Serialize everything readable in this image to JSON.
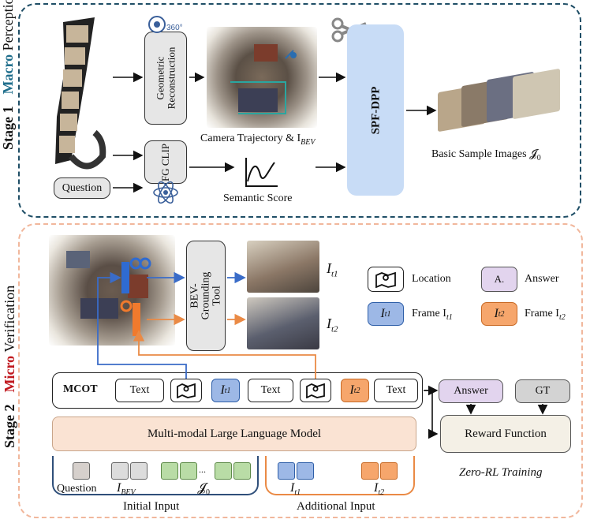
{
  "stage1": {
    "label_stage": "Stage 1",
    "label_accent": "Macro",
    "label_rest": " Perception",
    "geometric_reconstruction": "Geometric Reconstruction",
    "fg_clip": "FG CLIP",
    "question": "Question",
    "camera_trajectory": "Camera Trajectory & I",
    "bev_sub": "BEV",
    "semantic_score": "Semantic Score",
    "spf_dpp": "SPF-DPP",
    "basic_sample_images": "Basic Sample Images 𝓙",
    "basic_sub": "0",
    "badge_360": "360°"
  },
  "stage2": {
    "label_stage": "Stage 2",
    "label_accent": "Micro",
    "label_rest": " Verification",
    "bev_grounding_tool": "BEV-Grounding Tool",
    "frame_label_1": "I",
    "frame_sub_1": "t1",
    "frame_label_2": "I",
    "frame_sub_2": "t2",
    "legend": {
      "location": "Location",
      "answer": "Answer",
      "answer_icon": "A.",
      "frame_t1": "Frame I",
      "frame_t1_sub": "t1",
      "frame_t2": "Frame I",
      "frame_t2_sub": "t2",
      "token_i": "I",
      "token_t1": "t1",
      "token_t2": "t2"
    },
    "mcot": {
      "label": "MCOT",
      "text1": "Text",
      "token1": "I",
      "token1_sub": "t1",
      "text2": "Text",
      "token2": "I",
      "token2_sub": "t2",
      "text3": "Text"
    },
    "mllm": "Multi-modal Large Language Model",
    "answer": "Answer",
    "gt": "GT",
    "reward_function": "Reward Function",
    "zero_rl": "Zero-RL Training",
    "inputs": {
      "question": "Question",
      "i_bev": "I",
      "i_bev_sub": "BEV",
      "j0": "𝓙",
      "j0_sub": "0",
      "dots": "...",
      "it1": "I",
      "it1_sub": "t1",
      "it2": "I",
      "it2_sub": "t2",
      "initial_input": "Initial Input",
      "additional_input": "Additional Input"
    }
  },
  "colors": {
    "stage1_border": "#1f4e66",
    "stage2_border": "#f1b79c",
    "macro_accent": "#1f6e8c",
    "micro_accent": "#c0181f",
    "spf_fill": "#c8dcf6",
    "mllm_fill": "#fae3d3",
    "answer_fill": "#e2d4ee",
    "blue_token": "#9db8e6",
    "orange_token": "#f6a66c",
    "green_token": "#b9dca6",
    "reward_fill": "#f4f0e6"
  }
}
